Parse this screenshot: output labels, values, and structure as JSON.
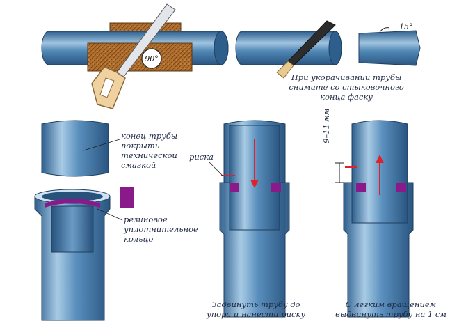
{
  "step1": {
    "angle_label": "90°"
  },
  "step2": {
    "bevel_angle_label": "15°",
    "caption": [
      "При укорачивании трубы",
      "снимите со стыковочного",
      "конца фаску"
    ]
  },
  "step3": {
    "pipe_end_label": [
      "конец трубы",
      "покрыть",
      "технической",
      "смазкой"
    ],
    "seal_label": [
      "резиновое",
      "уплотнительное",
      "кольцо"
    ]
  },
  "step4": {
    "mark_label": "риска",
    "caption": [
      "Задвинуть трубу до",
      "упора и нанести риску"
    ]
  },
  "step5": {
    "gap_label": "9–11 мм",
    "caption": [
      "С легким вращением",
      "выдвинуть трубу на 1 см"
    ]
  },
  "colors": {
    "pipe": "#4f86b4",
    "pipe_light": "#9fc3df",
    "pipe_dark": "#2d5e8c",
    "wood": "#b06f2e",
    "seal": "#8a1a8a",
    "arrow": "#e0202a"
  }
}
